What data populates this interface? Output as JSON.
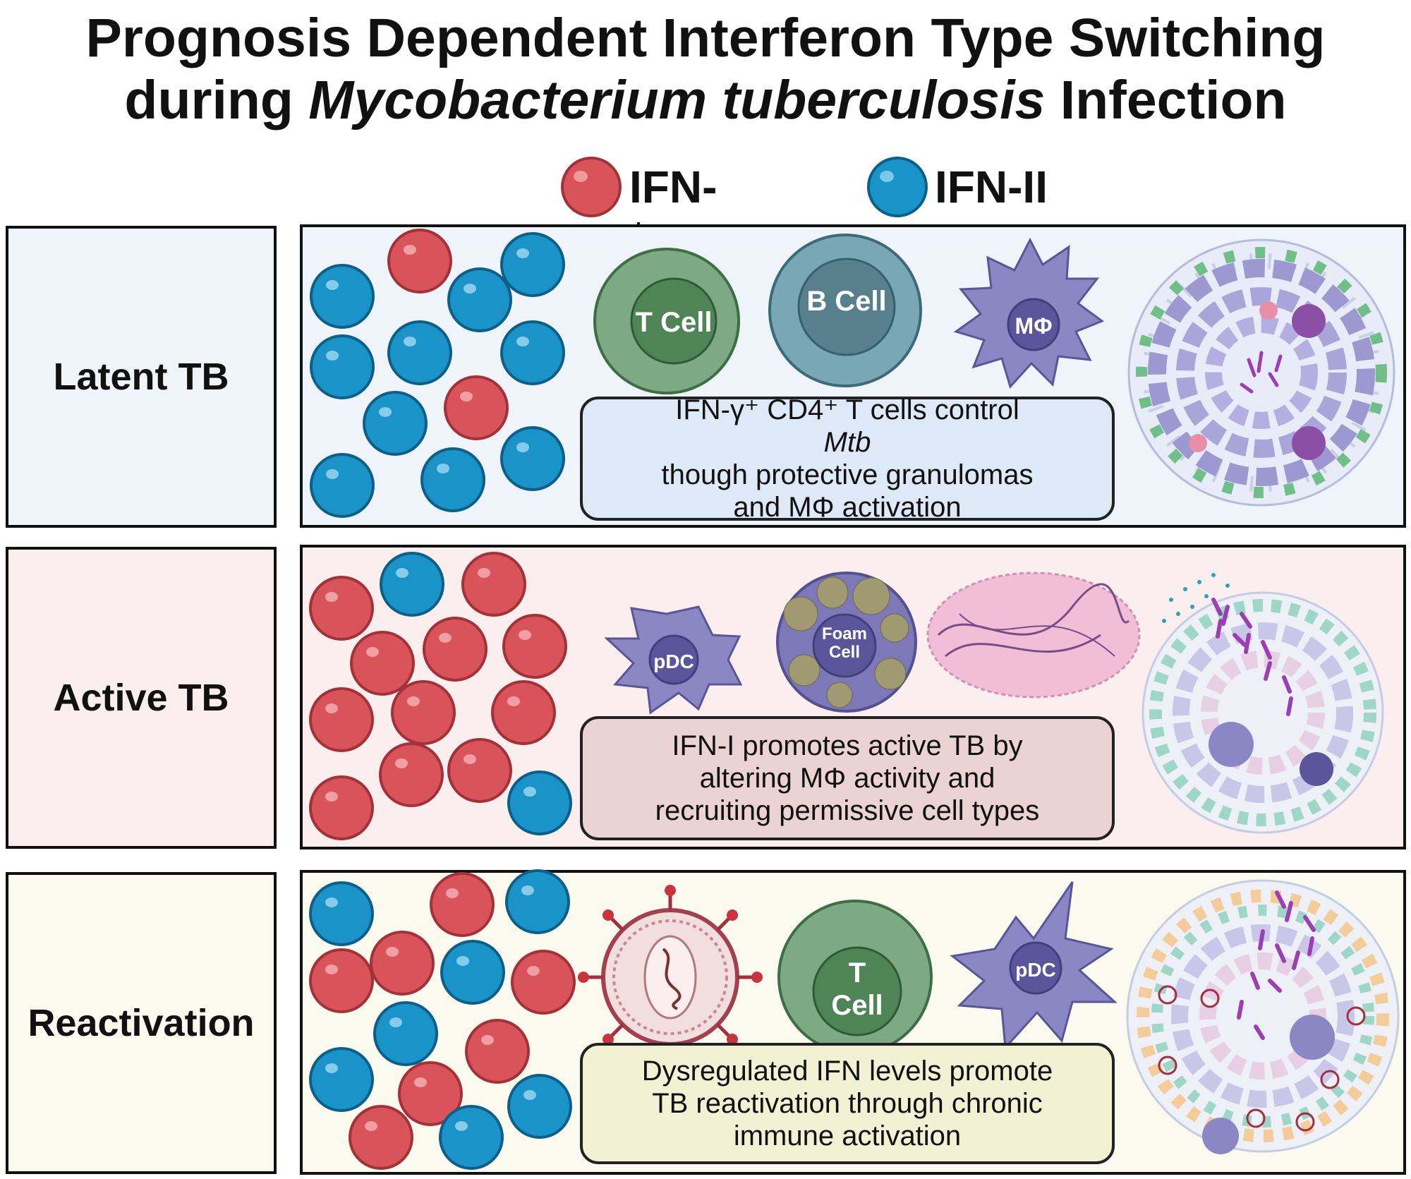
{
  "title": {
    "line1": "Prognosis Dependent Interferon Type Switching",
    "line2_prefix": "during ",
    "line2_italic": "Mycobacterium tuberculosis",
    "line2_suffix": " Infection"
  },
  "legend": {
    "ifn1": {
      "label": "IFN-",
      "color": "#d9545a"
    },
    "ifn2": {
      "label": "IFN-II",
      "color": "#1a93c9"
    }
  },
  "rows": [
    {
      "stage": "Latent TB",
      "bg": "#eef4fa",
      "cells": {
        "a": "T Cell",
        "b": "B Cell",
        "c": "MΦ"
      },
      "caption": {
        "line1_prefix": "IFN-γ⁺ CD4⁺ T cells control ",
        "line1_italic": "Mtb",
        "line2": "though protective granulomas",
        "line3": "and MΦ activation",
        "bg": "#dde9f7"
      }
    },
    {
      "stage": "Active TB",
      "bg": "#fbeeee",
      "cells": {
        "a": "pDC",
        "b_line1": "Foam",
        "b_line2": "Cell"
      },
      "caption": {
        "line1": "IFN-I promotes active TB by",
        "line2": "altering MΦ activity and",
        "line3": "recruiting permissive cell types",
        "bg": "#ecd3d3"
      }
    },
    {
      "stage": "Reactivation",
      "bg": "#fbfaee",
      "cells": {
        "b_line1": "T",
        "b_line2": "Cell",
        "c": "pDC"
      },
      "caption": {
        "line1": "Dysregulated IFN levels promote",
        "line2": "TB reactivation through chronic",
        "line3": "immune activation",
        "bg": "#f3f1d4"
      }
    }
  ],
  "colors": {
    "red": "#d9545a",
    "blue": "#1a93c9",
    "tcell": "#7daa82",
    "bcell": "#79a8b4",
    "macrophage": "#8b86c4",
    "purple": "#9b3fb3"
  }
}
